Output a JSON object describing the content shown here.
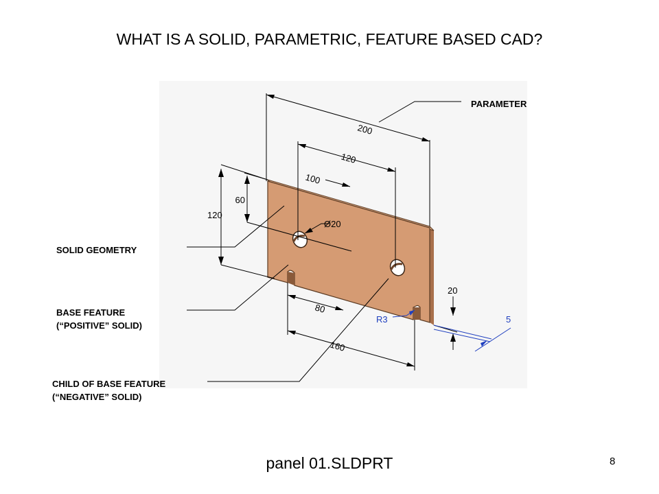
{
  "slide": {
    "title": "WHAT IS A SOLID, PARAMETRIC, FEATURE BASED CAD?",
    "footer": "panel 01.SLDPRT",
    "page_number": "8"
  },
  "callouts": {
    "parameter": "PARAMETER",
    "solid_geometry": "SOLID GEOMETRY",
    "base_feature_line1": "BASE FEATURE",
    "base_feature_line2": "(“POSITIVE” SOLID)",
    "child_feature_line1": "CHILD OF BASE FEATURE",
    "child_feature_line2": "(“NEGATIVE” SOLID)"
  },
  "dimensions": {
    "overall_width": "200",
    "hole_spacing": "120",
    "hole_offset": "100",
    "height_total": "120",
    "height_half": "60",
    "hole_diameter": "Ø20",
    "slot_depth": "20",
    "slot_offset": "80",
    "slot_spacing": "160",
    "slot_radius": "R3",
    "thickness": "5"
  },
  "colors": {
    "plate_face": "#d59b73",
    "plate_top": "#e6b08a",
    "plate_edge": "#a9704c",
    "dim_blue": "#1f3fbf"
  }
}
